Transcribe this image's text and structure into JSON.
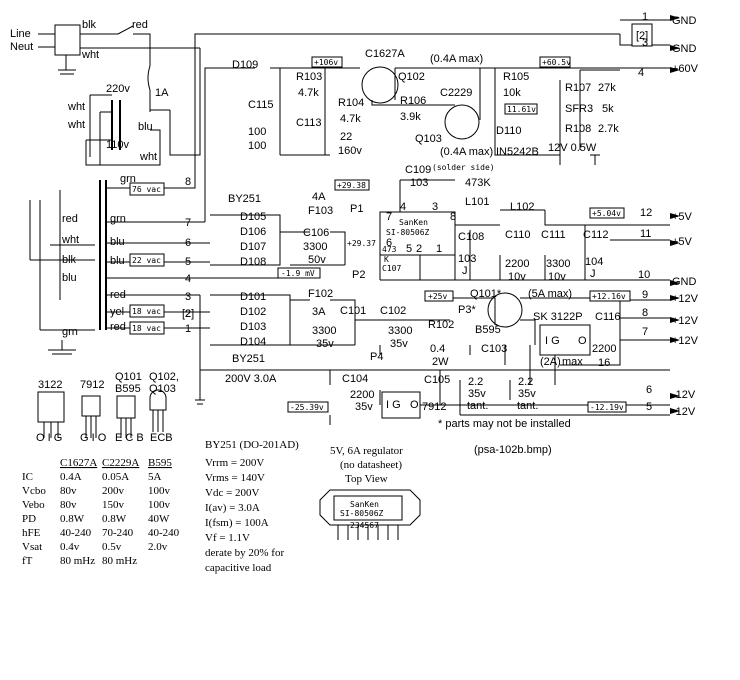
{
  "labels": [
    {
      "name": "label-line",
      "text": "Line"
    },
    {
      "name": "label-neut",
      "text": "Neut"
    },
    {
      "name": "label-blk-top",
      "text": "blk"
    },
    {
      "name": "label-red-top",
      "text": "red"
    },
    {
      "name": "label-wht-top",
      "text": "wht"
    },
    {
      "name": "label-fuse-1a",
      "text": "1A"
    },
    {
      "name": "label-220v",
      "text": "220v"
    },
    {
      "name": "label-110v",
      "text": "110v"
    },
    {
      "name": "label-wht-1",
      "text": "wht"
    },
    {
      "name": "label-wht-2",
      "text": "wht"
    },
    {
      "name": "label-blu-1",
      "text": "blu"
    },
    {
      "name": "label-wht-3",
      "text": "wht"
    },
    {
      "name": "label-grn-1",
      "text": "grn"
    },
    {
      "name": "label-grn-2",
      "text": "grn"
    },
    {
      "name": "label-red-1",
      "text": "red"
    },
    {
      "name": "label-wht-4",
      "text": "wht"
    },
    {
      "name": "label-blu-2",
      "text": "blu"
    },
    {
      "name": "label-blu-3",
      "text": "blu"
    },
    {
      "name": "label-blk-1",
      "text": "blk"
    },
    {
      "name": "label-blu-4",
      "text": "blu"
    },
    {
      "name": "label-red-2",
      "text": "red"
    },
    {
      "name": "label-yel",
      "text": "yel"
    },
    {
      "name": "label-red-3",
      "text": "red"
    },
    {
      "name": "label-grn-3",
      "text": "grn"
    },
    {
      "name": "label-76vac",
      "text": "76 vac"
    },
    {
      "name": "label-22vac",
      "text": "22 vac"
    },
    {
      "name": "label-18vac-1",
      "text": "18 vac"
    },
    {
      "name": "label-18vac-2",
      "text": "18 vac"
    },
    {
      "name": "label-j2-left",
      "text": "[2]"
    },
    {
      "name": "label-pin-8",
      "text": "8"
    },
    {
      "name": "label-pin-7",
      "text": "7"
    },
    {
      "name": "label-pin-6",
      "text": "6"
    },
    {
      "name": "label-pin-5",
      "text": "5"
    },
    {
      "name": "label-pin-4",
      "text": "4"
    },
    {
      "name": "label-pin-3",
      "text": "3"
    },
    {
      "name": "label-pin-2",
      "text": "2"
    },
    {
      "name": "label-pin-1",
      "text": "1"
    },
    {
      "name": "label-d109",
      "text": "D109"
    },
    {
      "name": "label-r103",
      "text": "R103"
    },
    {
      "name": "label-r103-val",
      "text": "4.7k"
    },
    {
      "name": "label-c115",
      "text": "C115"
    },
    {
      "name": "label-c115-v1",
      "text": "100"
    },
    {
      "name": "label-c115-v2",
      "text": "100"
    },
    {
      "name": "label-c113",
      "text": "C113"
    },
    {
      "name": "label-r104",
      "text": "R104"
    },
    {
      "name": "label-r104-val",
      "text": "4.7k"
    },
    {
      "name": "label-c113-v1",
      "text": "22"
    },
    {
      "name": "label-c113-v2",
      "text": "160v"
    },
    {
      "name": "label-tag-106",
      "text": "+106v"
    },
    {
      "name": "label-c1627a",
      "text": "C1627A"
    },
    {
      "name": "label-04a-max-1",
      "text": "(0.4A max)"
    },
    {
      "name": "label-q102",
      "text": "Q102"
    },
    {
      "name": "label-r106",
      "text": "R106"
    },
    {
      "name": "label-r106-val",
      "text": "3.9k"
    },
    {
      "name": "label-c2229",
      "text": "C2229"
    },
    {
      "name": "label-q103",
      "text": "Q103"
    },
    {
      "name": "label-04a-max-2",
      "text": "(0.4A max)"
    },
    {
      "name": "label-r105",
      "text": "R105"
    },
    {
      "name": "label-r105-val",
      "text": "10k"
    },
    {
      "name": "label-tag-1161",
      "text": "11.61v"
    },
    {
      "name": "label-d110",
      "text": "D110"
    },
    {
      "name": "label-in5242b",
      "text": "IN5242B"
    },
    {
      "name": "label-12v05w",
      "text": "12V 0.5W"
    },
    {
      "name": "label-tag-605",
      "text": "+60.5v"
    },
    {
      "name": "label-r107",
      "text": "R107"
    },
    {
      "name": "label-r107-val",
      "text": "27k"
    },
    {
      "name": "label-sfr3",
      "text": "SFR3"
    },
    {
      "name": "label-5k",
      "text": "5k"
    },
    {
      "name": "label-r108",
      "text": "R108"
    },
    {
      "name": "label-r108-val",
      "text": "2.7k"
    },
    {
      "name": "label-out-1",
      "text": "1"
    },
    {
      "name": "label-out-gnd-1",
      "text": "GND"
    },
    {
      "name": "label-out-j2",
      "text": "[2]"
    },
    {
      "name": "label-out-3",
      "text": "3"
    },
    {
      "name": "label-out-gnd-2",
      "text": "GND"
    },
    {
      "name": "label-out-4",
      "text": "4"
    },
    {
      "name": "label-out-60v",
      "text": "+60V"
    },
    {
      "name": "label-by251-1",
      "text": "BY251"
    },
    {
      "name": "label-4a",
      "text": "4A"
    },
    {
      "name": "label-f103",
      "text": "F103"
    },
    {
      "name": "label-d105",
      "text": "D105"
    },
    {
      "name": "label-d106",
      "text": "D106"
    },
    {
      "name": "label-d107",
      "text": "D107"
    },
    {
      "name": "label-d108",
      "text": "D108"
    },
    {
      "name": "label-tag-2938",
      "text": "+29.38"
    },
    {
      "name": "label-p1",
      "text": "P1"
    },
    {
      "name": "label-c106",
      "text": "C106"
    },
    {
      "name": "label-2937",
      "text": "+29.37"
    },
    {
      "name": "label-c106-v1",
      "text": "3300"
    },
    {
      "name": "label-c106-v2",
      "text": "50v"
    },
    {
      "name": "label-p2",
      "text": "P2"
    },
    {
      "name": "label-tag-neg19",
      "text": "-1.9 mV"
    },
    {
      "name": "label-c109",
      "text": "C109"
    },
    {
      "name": "label-solder-side",
      "text": "(solder side)"
    },
    {
      "name": "label-103-a",
      "text": "103"
    },
    {
      "name": "label-473k-a",
      "text": "473K"
    },
    {
      "name": "label-sanken-1",
      "text": "SanKen"
    },
    {
      "name": "label-sanken-2",
      "text": "SI-80506Z"
    },
    {
      "name": "label-pin7b",
      "text": "7"
    },
    {
      "name": "label-pin4b",
      "text": "4"
    },
    {
      "name": "label-pin3b",
      "text": "3"
    },
    {
      "name": "label-pin8b",
      "text": "8"
    },
    {
      "name": "label-pin6b",
      "text": "6"
    },
    {
      "name": "label-pin5b",
      "text": "5"
    },
    {
      "name": "label-pin2b",
      "text": "2"
    },
    {
      "name": "label-pin1b",
      "text": "1"
    },
    {
      "name": "label-473",
      "text": "473"
    },
    {
      "name": "label-k",
      "text": "K"
    },
    {
      "name": "label-c107",
      "text": "C107"
    },
    {
      "name": "label-c108",
      "text": "C108"
    },
    {
      "name": "label-103-b",
      "text": "103"
    },
    {
      "name": "label-j-1",
      "text": "J"
    },
    {
      "name": "label-l101",
      "text": "L101"
    },
    {
      "name": "label-l102",
      "text": "L102"
    },
    {
      "name": "label-c110",
      "text": "C110"
    },
    {
      "name": "label-c110-v1",
      "text": "2200"
    },
    {
      "name": "label-c110-v2",
      "text": "10v"
    },
    {
      "name": "label-c111",
      "text": "C111"
    },
    {
      "name": "label-c111-v1",
      "text": "3300"
    },
    {
      "name": "label-c111-v2",
      "text": "10v"
    },
    {
      "name": "label-c112",
      "text": "C112"
    },
    {
      "name": "label-104",
      "text": "104"
    },
    {
      "name": "label-j-2",
      "text": "J"
    },
    {
      "name": "label-tag-504",
      "text": "+5.04v"
    },
    {
      "name": "label-out-12",
      "text": "12"
    },
    {
      "name": "label-out-5v-1",
      "text": "+5V"
    },
    {
      "name": "label-out-11",
      "text": "11"
    },
    {
      "name": "label-out-5v-2",
      "text": "+5V"
    },
    {
      "name": "label-out-10",
      "text": "10"
    },
    {
      "name": "label-out-gnd-3",
      "text": "GND"
    },
    {
      "name": "label-d101",
      "text": "D101"
    },
    {
      "name": "label-d102",
      "text": "D102"
    },
    {
      "name": "label-d103",
      "text": "D103"
    },
    {
      "name": "label-d104",
      "text": "D104"
    },
    {
      "name": "label-f102",
      "text": "F102"
    },
    {
      "name": "label-3a",
      "text": "3A"
    },
    {
      "name": "label-c101",
      "text": "C101"
    },
    {
      "name": "label-c102",
      "text": "C102"
    },
    {
      "name": "label-c101-v1",
      "text": "3300"
    },
    {
      "name": "label-c101-v2",
      "text": "35v"
    },
    {
      "name": "label-c102-v1",
      "text": "3300"
    },
    {
      "name": "label-c102-v2",
      "text": "35v"
    },
    {
      "name": "label-p4",
      "text": "P4"
    },
    {
      "name": "label-tag-25",
      "text": "+25v"
    },
    {
      "name": "label-p3",
      "text": "P3*"
    },
    {
      "name": "label-q101",
      "text": "Q101*"
    },
    {
      "name": "label-5a-max",
      "text": "(5A max)"
    },
    {
      "name": "label-r102",
      "text": "R102"
    },
    {
      "name": "label-b595",
      "text": "B595"
    },
    {
      "name": "label-r102-v1",
      "text": "0.4"
    },
    {
      "name": "label-r102-v2",
      "text": "2W"
    },
    {
      "name": "label-c103",
      "text": "C103"
    },
    {
      "name": "label-sk3122p",
      "text": "SK 3122P"
    },
    {
      "name": "label-ig-1",
      "text": "I G"
    },
    {
      "name": "label-o-1",
      "text": "O"
    },
    {
      "name": "label-2a-max",
      "text": "(2A)"
    },
    {
      "name": "label-max",
      "text": "max"
    },
    {
      "name": "label-tag-1216",
      "text": "+12.16v"
    },
    {
      "name": "label-c116",
      "text": "C116"
    },
    {
      "name": "label-c116-v1",
      "text": "2200"
    },
    {
      "name": "label-c116-v2",
      "text": "16"
    },
    {
      "name": "label-out-9",
      "text": "9"
    },
    {
      "name": "label-out-12v-1",
      "text": "+12V"
    },
    {
      "name": "label-out-8",
      "text": "8"
    },
    {
      "name": "label-out-12v-2",
      "text": "+12V"
    },
    {
      "name": "label-out-7",
      "text": "7"
    },
    {
      "name": "label-out-12v-3",
      "text": "+12V"
    },
    {
      "name": "label-by251-2",
      "text": "BY251"
    },
    {
      "name": "label-200v-3a",
      "text": "200V 3.0A"
    },
    {
      "name": "label-c104",
      "text": "C104"
    },
    {
      "name": "label-c104-v1",
      "text": "2200"
    },
    {
      "name": "label-c104-v2",
      "text": "35v"
    },
    {
      "name": "label-tag-neg2539",
      "text": "-25.39v"
    },
    {
      "name": "label-c105",
      "text": "C105"
    },
    {
      "name": "label-ig-2",
      "text": "I G"
    },
    {
      "name": "label-o-2",
      "text": "O"
    },
    {
      "name": "label-7912",
      "text": "7912"
    },
    {
      "name": "label-22-a1",
      "text": "2.2"
    },
    {
      "name": "label-35v-a",
      "text": "35v"
    },
    {
      "name": "label-tant-a",
      "text": "tant."
    },
    {
      "name": "label-22-b1",
      "text": "2.2"
    },
    {
      "name": "label-35v-b",
      "text": "35v"
    },
    {
      "name": "label-tant-b",
      "text": "tant."
    },
    {
      "name": "label-tag-neg1219",
      "text": "-12.19v"
    },
    {
      "name": "label-out-6",
      "text": "6"
    },
    {
      "name": "label-out-neg12v-1",
      "text": "-12V"
    },
    {
      "name": "label-out-5",
      "text": "5"
    },
    {
      "name": "label-out-neg12v-2",
      "text": "-12V"
    },
    {
      "name": "label-note-parts",
      "text": "* parts may not be installed"
    },
    {
      "name": "label-filename",
      "text": "(psa-102b.bmp)"
    },
    {
      "name": "label-pkg-3122",
      "text": "3122"
    },
    {
      "name": "label-pkg-7912",
      "text": "7912"
    },
    {
      "name": "label-pkg-q101",
      "text": "Q101"
    },
    {
      "name": "label-pkg-b595",
      "text": "B595"
    },
    {
      "name": "label-pkg-q102",
      "text": "Q102,"
    },
    {
      "name": "label-pkg-q103",
      "text": "Q103"
    },
    {
      "name": "label-pins-oig",
      "text": "O I G"
    },
    {
      "name": "label-pins-gio",
      "text": "G I O"
    },
    {
      "name": "label-pins-ecb-1",
      "text": "E C B"
    },
    {
      "name": "label-pins-ecb-2",
      "text": "ECB"
    }
  ],
  "transistor_table": {
    "header": [
      "",
      "C1627A",
      "C2229A",
      "B595"
    ],
    "rows": [
      [
        "IC",
        "0.4A",
        "0.05A",
        "5A"
      ],
      [
        "Vcbo",
        "80v",
        "200v",
        "100v"
      ],
      [
        "Vebo",
        "80v",
        "150v",
        "100v"
      ],
      [
        "PD",
        "0.8W",
        "0.8W",
        "40W"
      ],
      [
        "hFE",
        "40-240",
        "70-240",
        "40-240"
      ],
      [
        "Vsat",
        "0.4v",
        "0.5v",
        "2.0v"
      ],
      [
        "fT",
        "80 mHz",
        "80 mHz",
        ""
      ]
    ]
  },
  "diode_specs": {
    "title": "BY251 (DO-201AD)",
    "lines": [
      "Vrrm = 200V",
      "Vrms = 140V",
      "Vdc  = 200V",
      "I(av) = 3.0A",
      "I(fsm) = 100A",
      "Vf  = 1.1V",
      "derate by 20% for",
      "capacitive load"
    ]
  },
  "regulator_note": {
    "line1": "5V, 6A regulator",
    "line2": "(no datasheet)",
    "line3": "Top View",
    "pkg_brand": "SanKen",
    "pkg_part": "SI-80506Z",
    "pkg_code": "234567"
  }
}
